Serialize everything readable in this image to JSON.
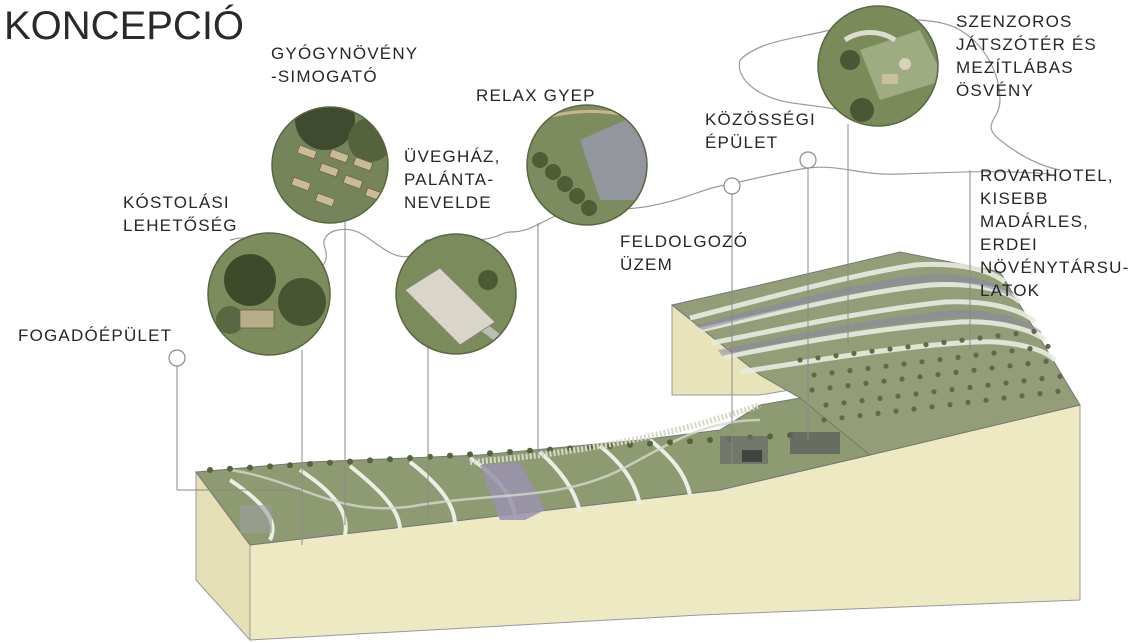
{
  "title": "KONCEPCIÓ",
  "labels": {
    "gyogynoveny": "GYÓGYNÖVÉNY\n-SIMOGATÓ",
    "relax": "RELAX GYEP",
    "kozossegi": "KÖZÖSSÉGI\nÉPÜLET",
    "szenzoros": "SZENZOROS\nJÁTSZÓTÉR ÉS\nMEZÍTLÁBAS\nÖSVÉNY",
    "uveghaz": "ÜVEGHÁZ,\nPALÁNTA-\nNEVELDE",
    "kostolasi": "KÓSTOLÁSI\nLEHETŐSÉG",
    "feldolgozo": "FELDOLGOZÓ\nÜZEM",
    "rovarhotel": "ROVARHOTEL,\nKISEBB\nMADÁRLES,\nERDEI\nNÖVÉNYTÁRSU-\nLATOK",
    "fogado": "FOGADÓÉPÜLET"
  },
  "colors": {
    "soil": "#ede9c3",
    "soil_shade": "#dcd6a8",
    "grass": "#8c9870",
    "grass_dark": "#6f7c58",
    "stripe_light": "#e8ebe0",
    "purple_bed": "#8f88a8",
    "tree": "#4e5a35",
    "bubble": "#6b7a4e",
    "leader": "#8a8a8a",
    "text": "#262626"
  }
}
